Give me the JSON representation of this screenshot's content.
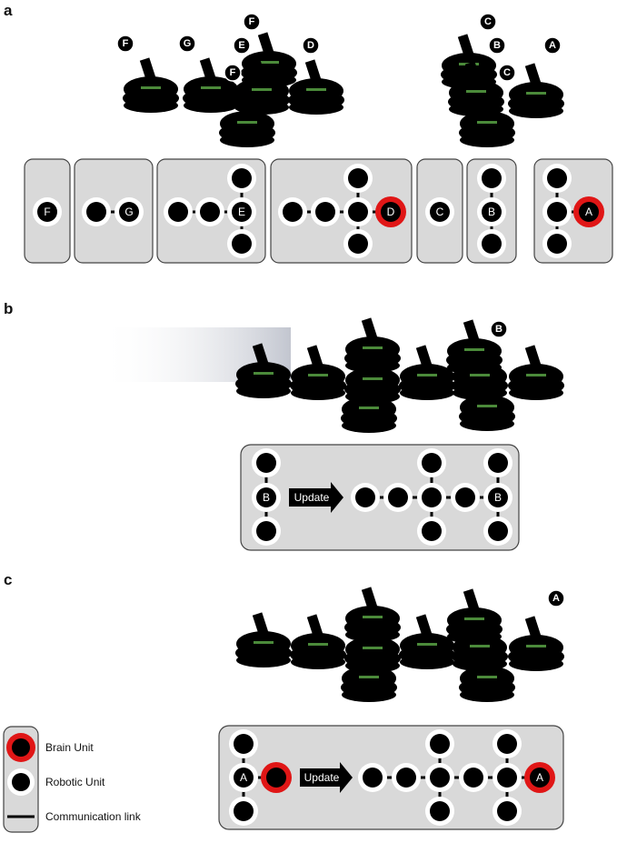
{
  "panels": {
    "a": {
      "letter": "a"
    },
    "b": {
      "letter": "b"
    },
    "c": {
      "letter": "c"
    }
  },
  "panel_a": {
    "robot_tags": [
      "F",
      "G",
      "E",
      "F",
      "F",
      "D",
      "C",
      "B",
      "C",
      "A"
    ],
    "module_labels": [
      "F",
      "G",
      "E",
      "D",
      "C",
      "B",
      "A"
    ]
  },
  "panel_b": {
    "robot_tag": "B",
    "left_label": "B",
    "arrow_label": "Update",
    "right_label": "B"
  },
  "panel_c": {
    "robot_tag": "A",
    "left_label": "A",
    "arrow_label": "Update",
    "right_label": "A"
  },
  "legend": {
    "brain": "Brain Unit",
    "robotic": "Robotic Unit",
    "link": "Communication link"
  },
  "colors": {
    "brain_ring": "#e01616",
    "box_fill": "#d9d9d9",
    "robot_body": "#16276a"
  }
}
